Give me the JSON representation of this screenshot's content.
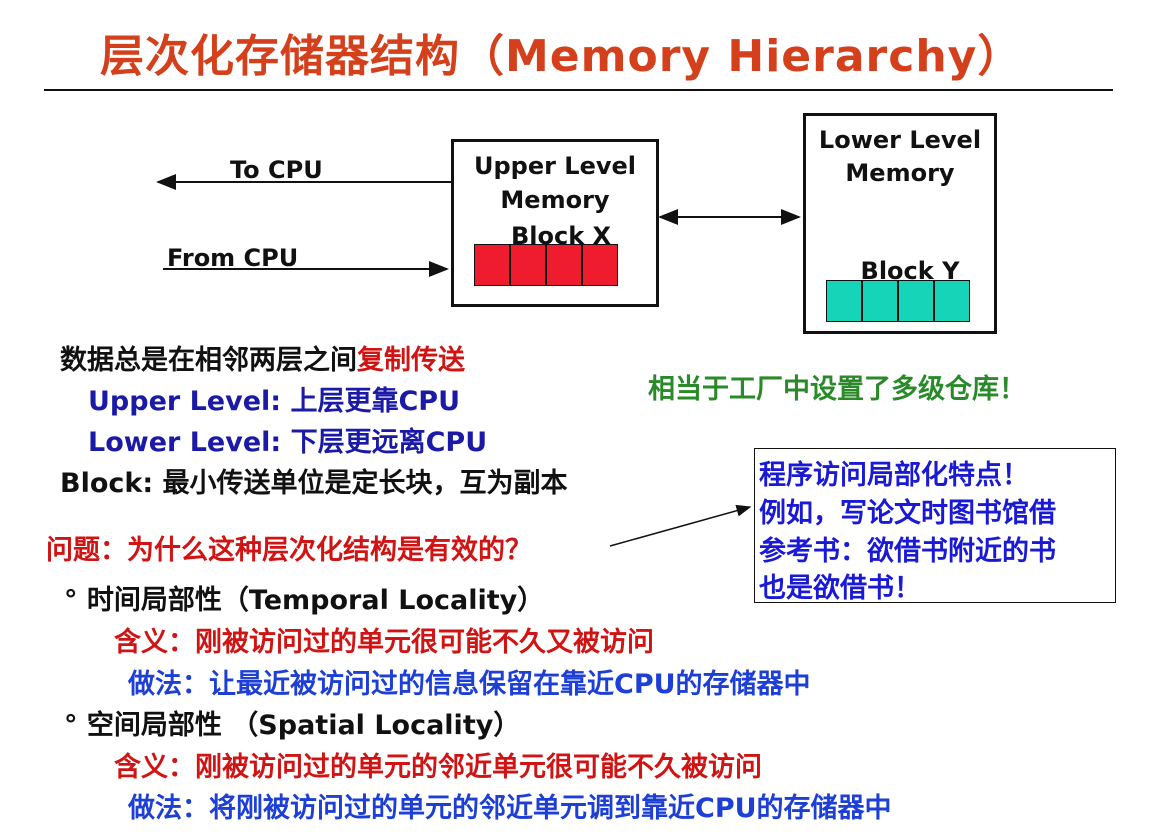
{
  "title": "层次化存储器结构（Memory Hierarchy）",
  "diagram": {
    "to_cpu": "To CPU",
    "from_cpu": "From CPU",
    "upper_box": {
      "line1": "Upper Level",
      "line2": "Memory",
      "block": "Block X"
    },
    "lower_box": {
      "line1": "Lower Level",
      "line2": "Memory",
      "block": "Block Y"
    }
  },
  "body": {
    "copy_line_prefix": "数据总是在相邻两层之间",
    "copy_line_highlight": "复制传送",
    "upper_level": "Upper Level: 上层更靠CPU",
    "lower_level": "Lower Level: 下层更远离CPU",
    "block_def": "Block: 最小传送单位是定长块，互为副本",
    "factory_note": "相当于工厂中设置了多级仓库！",
    "question": "问题：为什么这种层次化结构是有效的？",
    "temporal": {
      "heading": "° 时间局部性（Temporal Locality）",
      "meaning": "含义：刚被访问过的单元很可能不久又被访问",
      "method": "做法：让最近被访问过的信息保留在靠近CPU的存储器中"
    },
    "spatial": {
      "heading": "° 空间局部性 （Spatial Locality）",
      "meaning": "含义：刚被访问过的单元的邻近单元很可能不久被访问",
      "method": "做法：将刚被访问过的单元的邻近单元调到靠近CPU的存储器中"
    }
  },
  "note_box": {
    "lines": [
      "程序访问局部化特点！",
      "例如，写论文时图书馆借",
      "参考书：欲借书附近的书",
      "也是欲借书！"
    ]
  },
  "colors": {
    "title": "#d4401c",
    "block_x": "#ee1c2e",
    "block_y": "#16d4b8",
    "navy": "#1a1aa6",
    "red": "#d01414",
    "blue": "#1d3fd6",
    "green": "#2a8a2a"
  }
}
